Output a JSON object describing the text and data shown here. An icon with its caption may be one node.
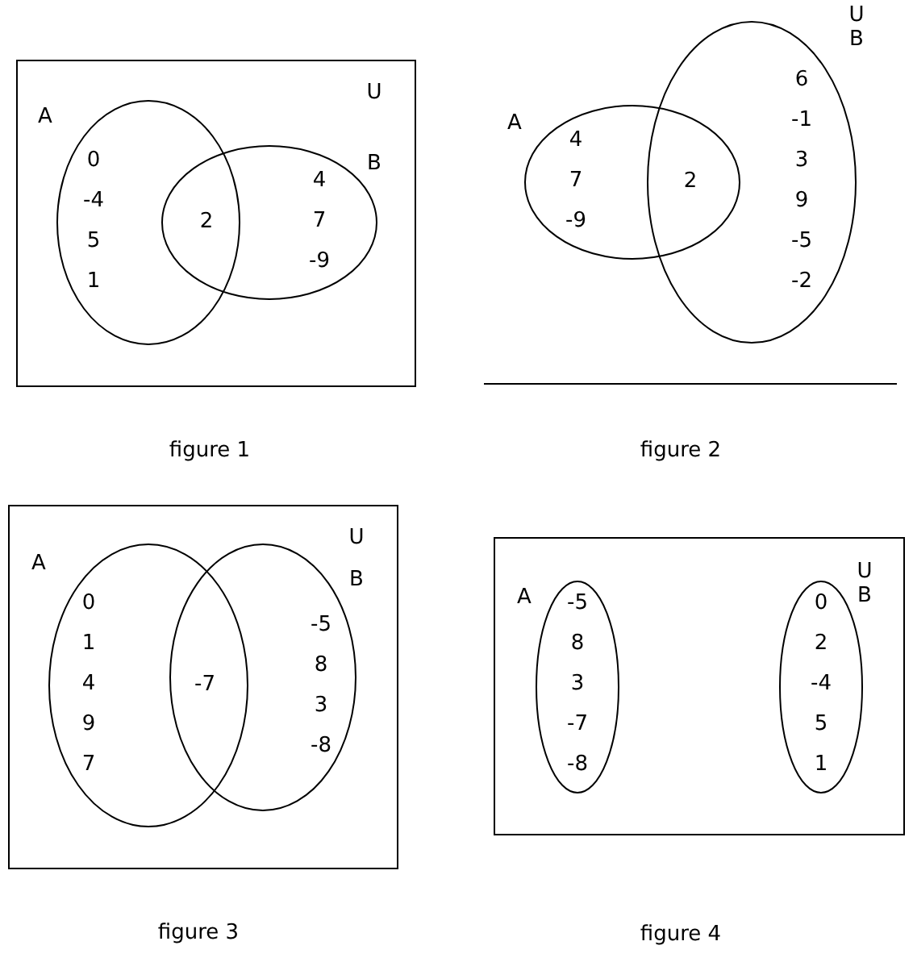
{
  "diagram": {
    "nodes": [
      {
        "text": [
          "U"
        ]
      },
      {
        "text": [
          "A",
          "0 -4 5 1"
        ],
        "in": 0
      },
      {
        "text": [
          "B",
          "4 7 -9"
        ],
        "in": 0
      },
      {
        "text": [
          "A",
          "4 7 -9"
        ]
      },
      {
        "text": [
          "B",
          "6 -1 3 9 -5 -2"
        ]
      },
      {
        "text": [
          "U"
        ]
      },
      {
        "text": [
          "A",
          "0 1 4 9 7"
        ],
        "in": 5
      },
      {
        "text": [
          "B",
          "-5 8 3 -8"
        ],
        "in": 5
      },
      {
        "text": [
          "U"
        ]
      },
      {
        "text": [
          "A",
          "-5 8 3 -7 -8"
        ],
        "in": 8
      },
      {
        "text": [
          "B",
          "0 2 -4 5 1"
        ],
        "in": 8
      }
    ],
    "edges": [],
    "labels": [
      "2",
      "figure 1",
      "U",
      "2",
      "figure 2",
      "-7",
      "figure 3",
      "figure 4"
    ]
  }
}
